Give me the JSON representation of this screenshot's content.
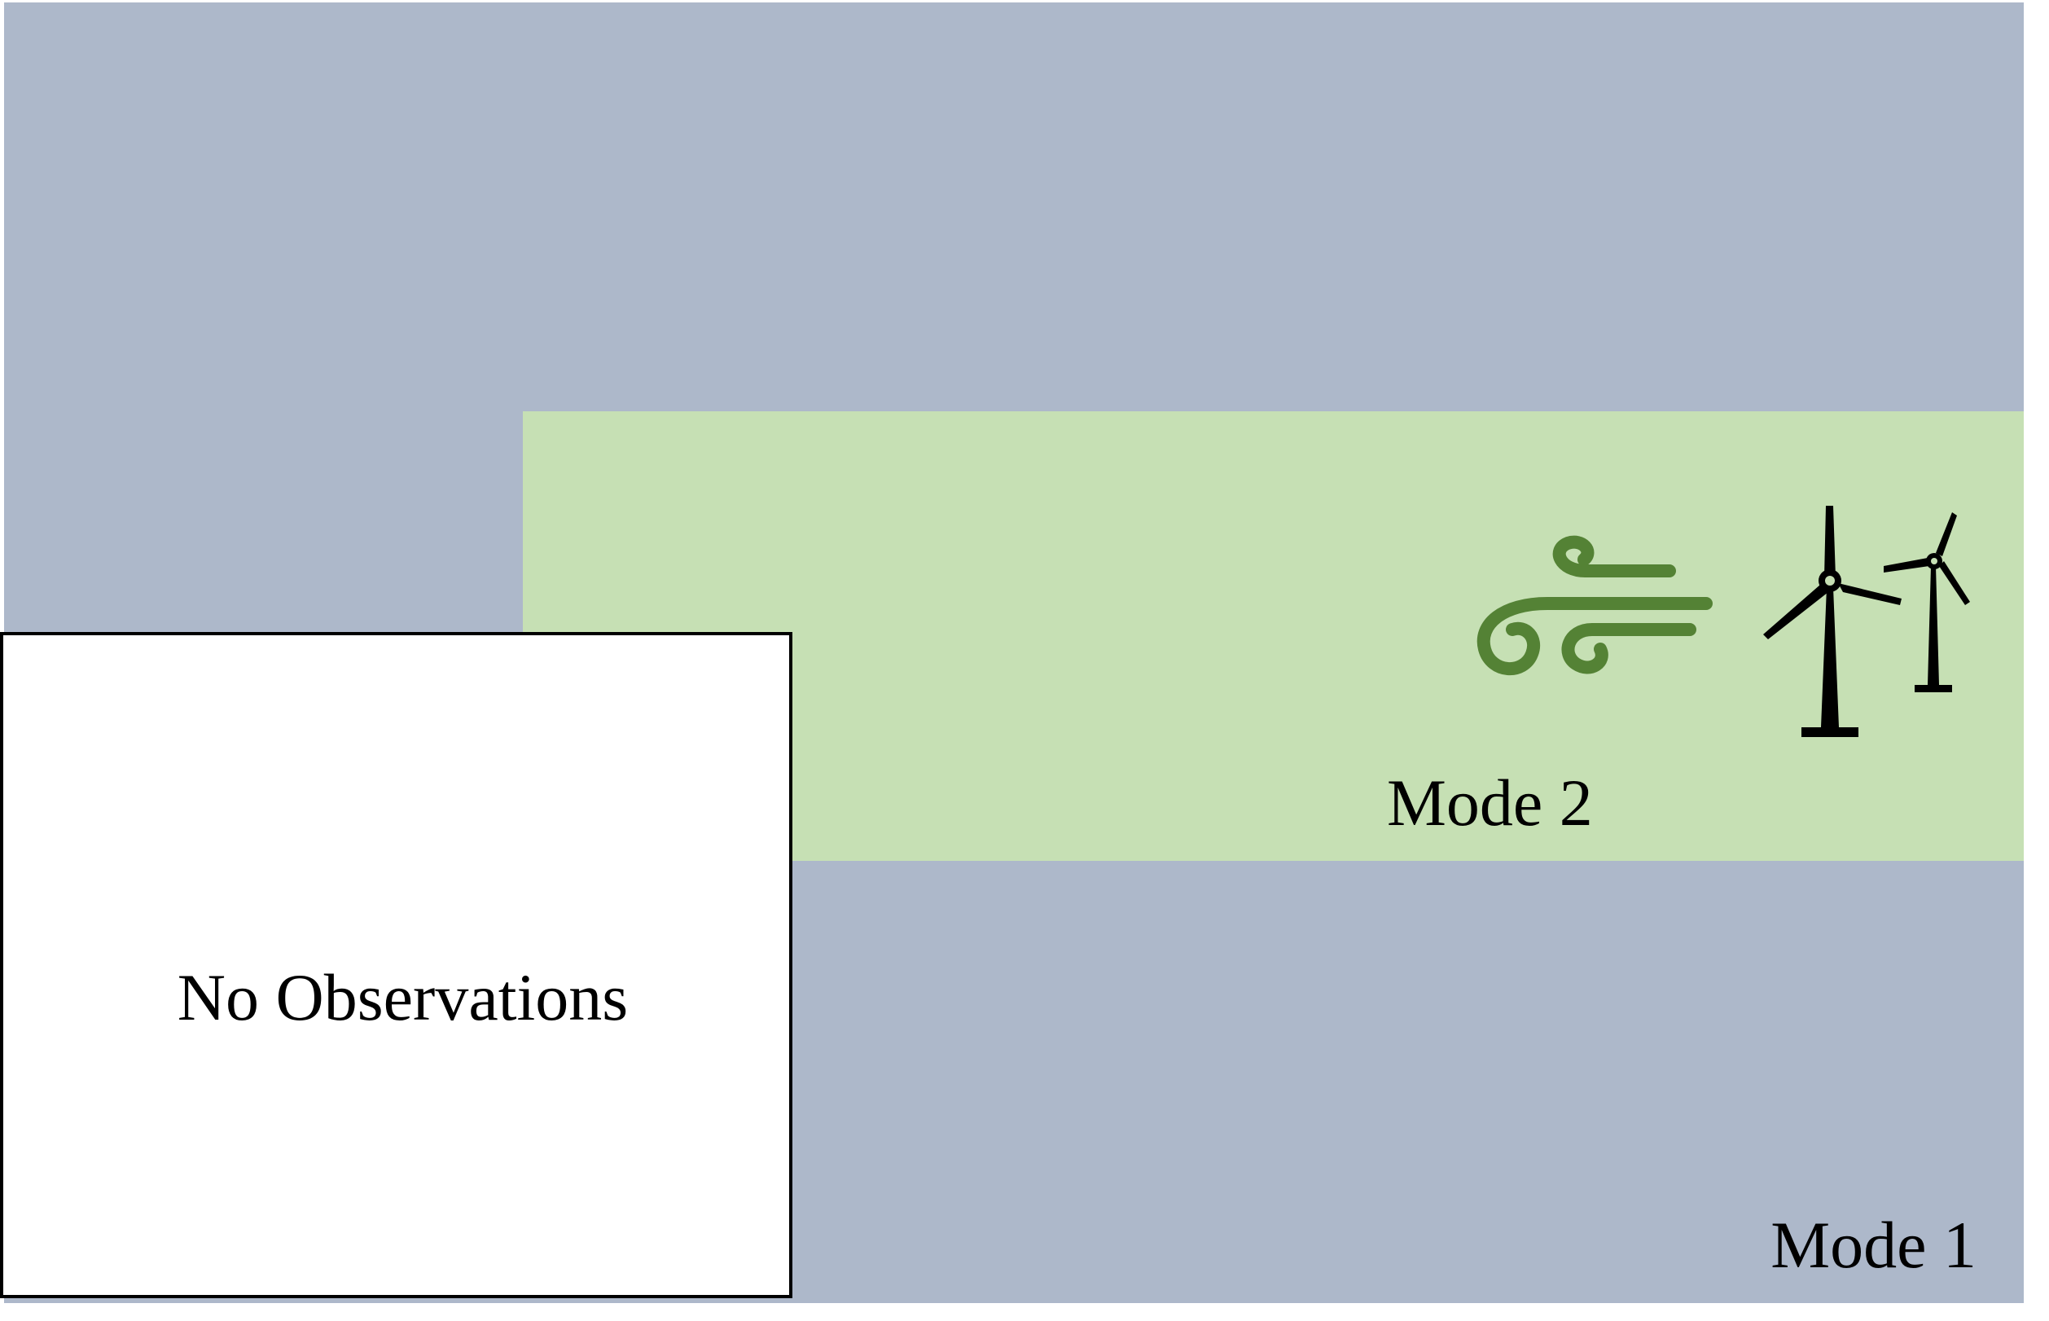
{
  "colors": {
    "mode1_fill": "#adb8ca",
    "mode2_fill": "#c6e0b4",
    "no_observations_fill": "#ffffff",
    "wind_icon": "#548235",
    "turbine_icon": "#000000"
  },
  "regions": {
    "mode1": {
      "label": "Mode 1"
    },
    "mode2": {
      "label": "Mode 2"
    },
    "no_observations": {
      "label": "No Observations"
    }
  },
  "icons": {
    "wind": "wind-gust-icon",
    "turbines": "wind-turbines-icon"
  }
}
